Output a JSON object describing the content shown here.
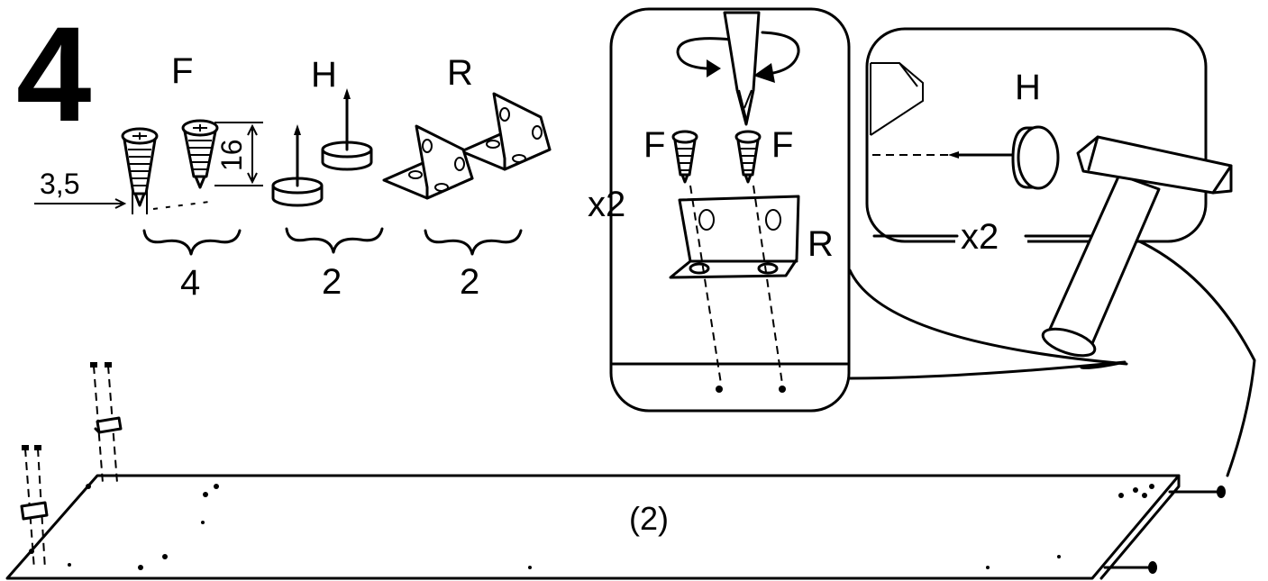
{
  "step": {
    "number": "4"
  },
  "parts": {
    "screw": {
      "letter": "F",
      "count": "4",
      "diameter": "3,5",
      "length": "16"
    },
    "glide": {
      "letter": "H",
      "count": "2"
    },
    "bracket": {
      "letter": "R",
      "count": "2"
    }
  },
  "detail_screw": {
    "multiplier": "x2",
    "label_left": "F",
    "label_right": "F",
    "bracket_label": "R"
  },
  "detail_glide": {
    "label": "H",
    "multiplier": "x2"
  },
  "board": {
    "label": "(2)"
  }
}
